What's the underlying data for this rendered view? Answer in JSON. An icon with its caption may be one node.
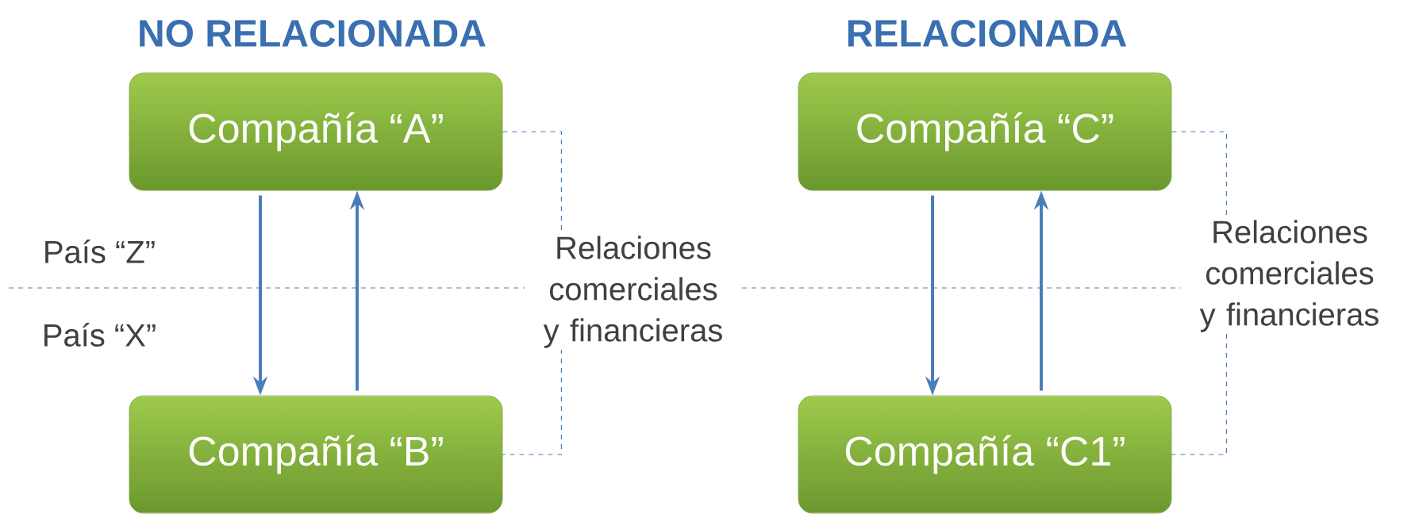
{
  "diagram": {
    "nodes": [
      {
        "text": [
          "Compañía “A”"
        ]
      },
      {
        "text": [
          "Compañía “C”"
        ]
      },
      {
        "text": [
          "Compañía “B”"
        ]
      },
      {
        "text": [
          "Compañía “C1”"
        ]
      }
    ],
    "edges": [
      {
        "from": 0,
        "to": 2,
        "arrow": "to"
      },
      {
        "from": 2,
        "to": 0,
        "arrow": "to"
      },
      {
        "from": 1,
        "to": 3,
        "arrow": "to"
      },
      {
        "from": 3,
        "to": 1,
        "arrow": "to"
      },
      {
        "from": 0,
        "to": 2,
        "arrow": "none",
        "style": "dashed",
        "label": "Relaciones comerciales y financieras"
      },
      {
        "from": 1,
        "to": 3,
        "arrow": "none",
        "style": "dashed",
        "label": "Relaciones comerciales y financieras"
      }
    ],
    "labels": [
      "NO RELACIONADA",
      "RELACIONADA",
      "País “Z”",
      "País “X”"
    ]
  }
}
